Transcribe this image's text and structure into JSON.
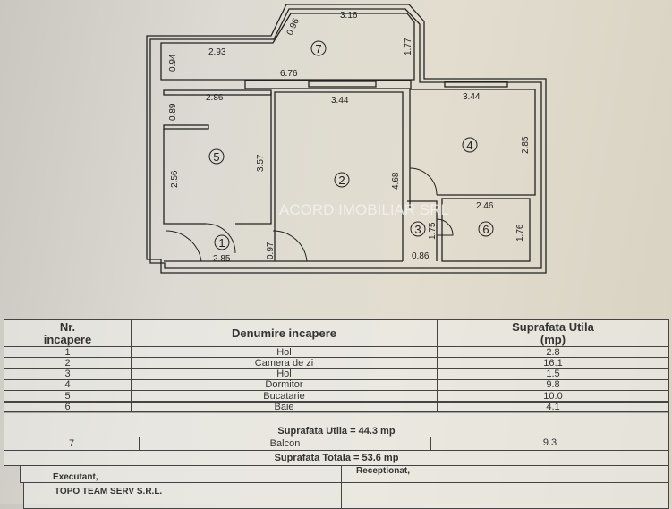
{
  "plan": {
    "dimensions": {
      "balcony_top": "3.16",
      "balcony_diag": "0.96",
      "balcony_left": "2.93",
      "balcony_height": "1.77",
      "balcony_side": "0.94",
      "balcony_length": "6.76",
      "kitchen_width": "2.86",
      "kitchen_niche": "0.89",
      "kitchen_height": "3.57",
      "kitchen_lower": "2.56",
      "living_width": "3.44",
      "living_height": "4.68",
      "bedroom_width": "3.44",
      "bedroom_height": "2.85",
      "bath_width": "2.46",
      "bath_height": "1.76",
      "hall3_height": "1.75",
      "hall3_width": "0.86",
      "hall1_width": "2.85",
      "door_width": "0.97"
    },
    "room_labels": [
      "1",
      "2",
      "3",
      "4",
      "5",
      "6",
      "7"
    ],
    "watermark": "ACORD IMOBILIAR SRL"
  },
  "table": {
    "headers": {
      "nr": "Nr.",
      "nr2": "incapere",
      "name": "Denumire incapere",
      "area": "Suprafata Utila",
      "area_unit": "(mp)"
    },
    "rows": [
      {
        "nr": "1",
        "name": "Hol",
        "area": "2.8"
      },
      {
        "nr": "2",
        "name": "Camera de zi",
        "area": "16.1"
      },
      {
        "nr": "3",
        "name": "Hol",
        "area": "1.5"
      },
      {
        "nr": "4",
        "name": "Dormitor",
        "area": "9.8"
      },
      {
        "nr": "5",
        "name": "Bucatarie",
        "area": "10.0"
      },
      {
        "nr": "6",
        "name": "Baie",
        "area": "4.1"
      }
    ],
    "useful_total": "Suprafata Utila = 44.3 mp",
    "balcony": {
      "nr": "7",
      "name": "Balcon",
      "area": "9.3"
    },
    "grand_total": "Suprafata Totala = 53.6 mp",
    "executant_label": "Executant,",
    "receptionat_label": "Receptionat,",
    "executant_name": "TOPO TEAM SERV S.R.L."
  }
}
